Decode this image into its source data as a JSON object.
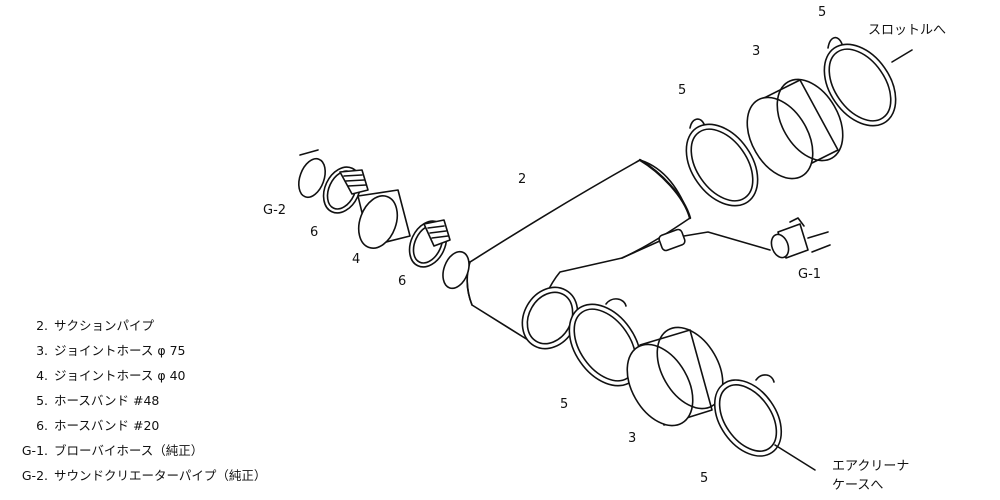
{
  "parts": {
    "pipe": "2",
    "hose_75_top": "3",
    "hose_75_bottom": "3",
    "hose_40": "4",
    "band_48_a": "5",
    "band_48_b": "5",
    "band_48_c": "5",
    "band_48_d": "5",
    "band_20_a": "6",
    "band_20_b": "6",
    "sound_creator": "G-2",
    "blowby": "G-1"
  },
  "directions": {
    "throttle": "スロットルへ",
    "aircleaner_line1": "エアクリーナ",
    "aircleaner_line2": "ケースへ"
  },
  "legend": [
    {
      "code": "2.",
      "name": "サクションパイプ"
    },
    {
      "code": "3.",
      "name": "ジョイントホース φ 75"
    },
    {
      "code": "4.",
      "name": "ジョイントホース φ 40"
    },
    {
      "code": "5.",
      "name": "ホースバンド #48"
    },
    {
      "code": "6.",
      "name": "ホースバンド #20"
    },
    {
      "code": "G-1.",
      "name": "ブローバイホース（純正）"
    },
    {
      "code": "G-2.",
      "name": "サウンドクリエーターパイプ（純正）"
    }
  ]
}
